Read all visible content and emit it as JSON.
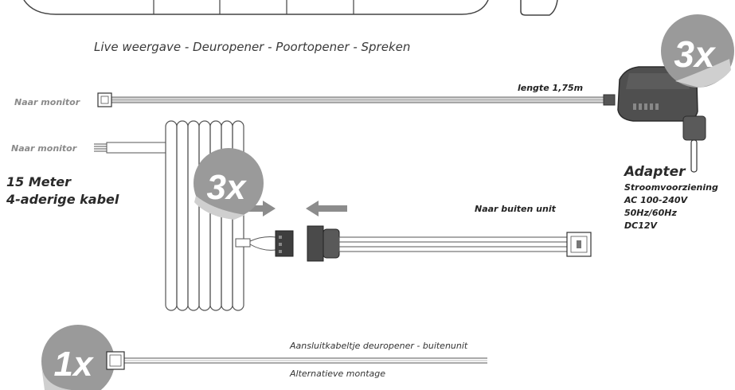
{
  "caption": "Live weergave - Deuropener - Poortopener - Spreken",
  "labels": {
    "naar_monitor_1": "Naar monitor",
    "naar_monitor_2": "Naar monitor",
    "lengte": "lengte 1,75m",
    "cable_15m_line1": "15 Meter",
    "cable_15m_line2": "4-aderige kabel",
    "naar_buiten_unit": "Naar buiten unit",
    "aansluitkabeltje": "Aansluitkabeltje deuropener - buitenunit",
    "alternatieve_montage": "Alternatieve montage"
  },
  "adapter": {
    "title": "Adapter",
    "specs": [
      "Stroomvoorziening",
      "AC 100-240V",
      "50Hz/60Hz",
      "DC12V"
    ]
  },
  "badges": {
    "adapter_qty": "3x",
    "cable_qty": "3x",
    "small_cable_qty": "1x"
  }
}
